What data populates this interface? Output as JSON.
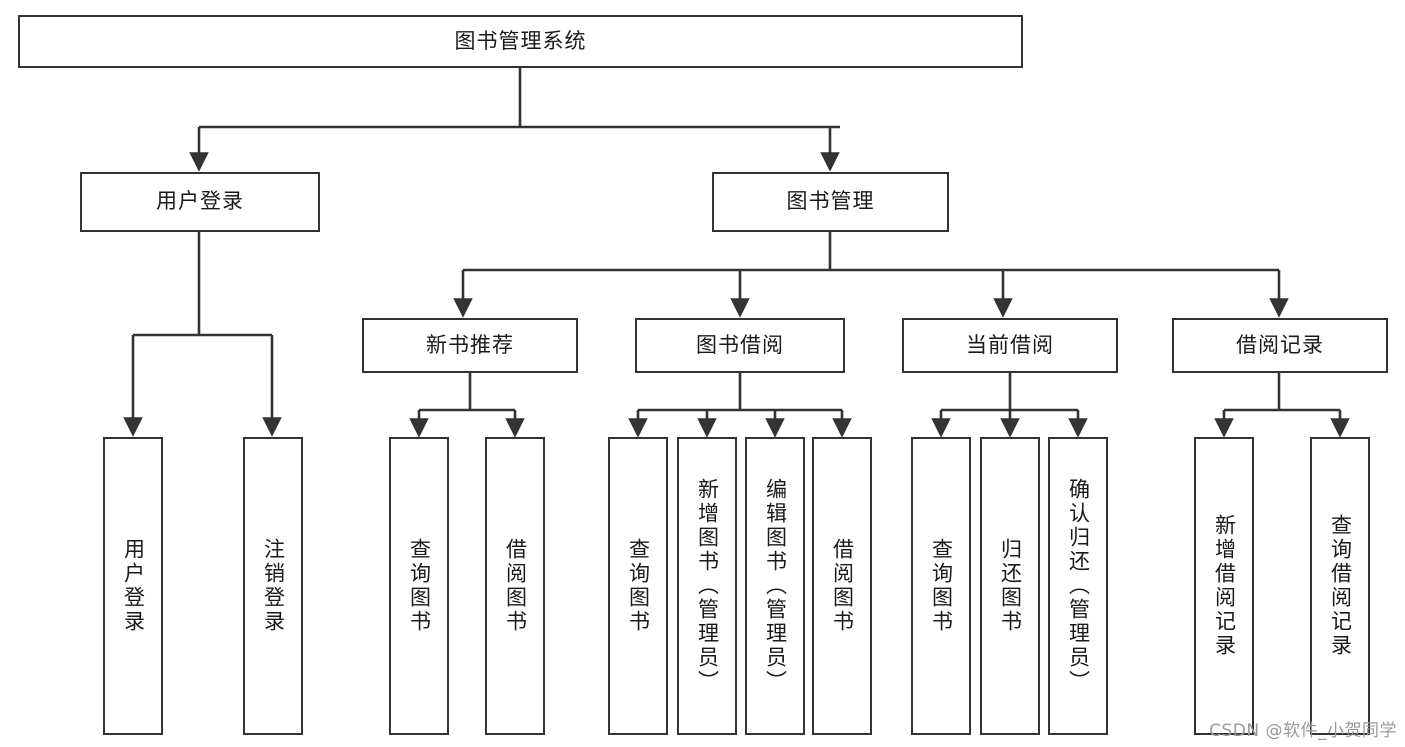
{
  "diagram": {
    "type": "tree",
    "title": "图书管理系统",
    "root": {
      "label": "图书管理系统"
    },
    "level1": [
      {
        "label": "用户登录"
      },
      {
        "label": "图书管理"
      }
    ],
    "level2": [
      {
        "label": "新书推荐",
        "parent": "图书管理"
      },
      {
        "label": "图书借阅",
        "parent": "图书管理"
      },
      {
        "label": "当前借阅",
        "parent": "图书管理"
      },
      {
        "label": "借阅记录",
        "parent": "图书管理"
      }
    ],
    "leaves": {
      "user_login": [
        {
          "label": "用户登录"
        },
        {
          "label": "注销登录"
        }
      ],
      "new_book_recommend": [
        {
          "label": "查询图书"
        },
        {
          "label": "借阅图书"
        }
      ],
      "book_borrow": [
        {
          "label": "查询图书"
        },
        {
          "label": "新增图书（管理员）"
        },
        {
          "label": "编辑图书（管理员）"
        },
        {
          "label": "借阅图书"
        }
      ],
      "current_borrow": [
        {
          "label": "查询图书"
        },
        {
          "label": "归还图书"
        },
        {
          "label": "确认归还（管理员）"
        }
      ],
      "borrow_record": [
        {
          "label": "新增借阅记录"
        },
        {
          "label": "查询借阅记录"
        }
      ]
    }
  },
  "watermark": {
    "text": "CSDN @软件_小贺同学"
  },
  "colors": {
    "box_border": "#333333",
    "box_fill": "#ffffff",
    "edge": "#333333",
    "text": "#1a1a1a",
    "watermark": "#9a9a9a"
  }
}
